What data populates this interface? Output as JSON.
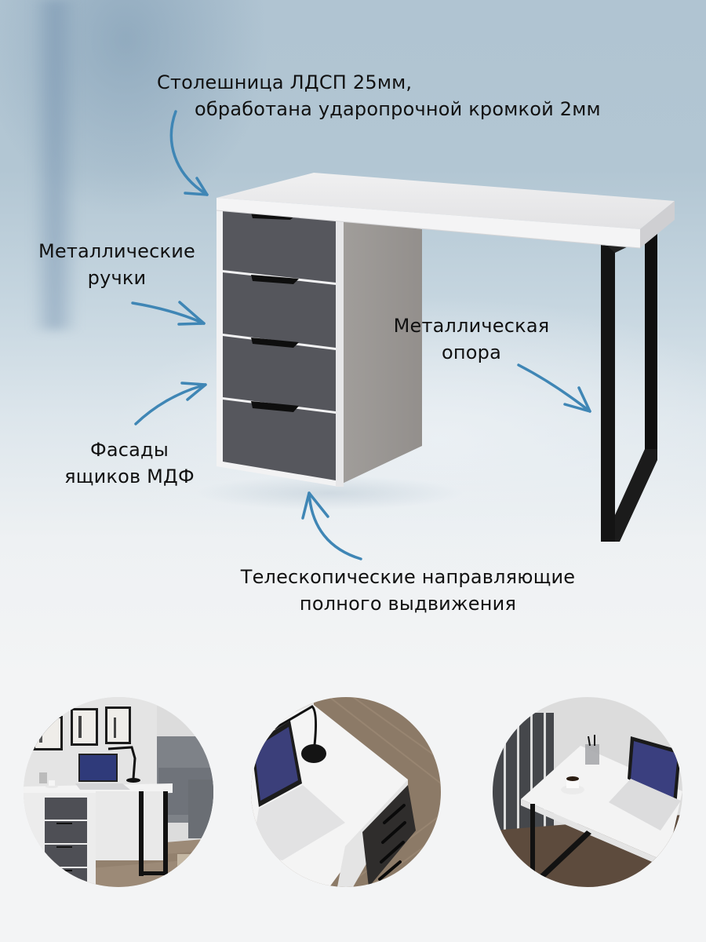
{
  "callouts": {
    "tabletop": {
      "line1": "Столешница ЛДСП 25мм,",
      "line2": "обработана ударопрочной кромкой 2мм"
    },
    "handles": {
      "line1": "Металлические",
      "line2": "ручки"
    },
    "support": {
      "line1": "Металлическая",
      "line2": "опора"
    },
    "fronts": {
      "line1": "Фасады",
      "line2": "ящиков МДФ"
    },
    "slides": {
      "line1": "Телескопические направляющие",
      "line2": "полного выдвижения"
    }
  },
  "product": {
    "drawer_count": 4,
    "colors": {
      "tabletop": "#e9e9ea",
      "drawer_front": "#56575d",
      "cabinet_side": "#9b9896",
      "frame_metal": "#121212",
      "arrow": "#3f86b5"
    }
  },
  "gallery": {
    "photos": [
      {
        "label": "desk-in-living-room"
      },
      {
        "label": "desk-top-view-with-lamp"
      },
      {
        "label": "desk-corner-with-laptop"
      }
    ]
  }
}
